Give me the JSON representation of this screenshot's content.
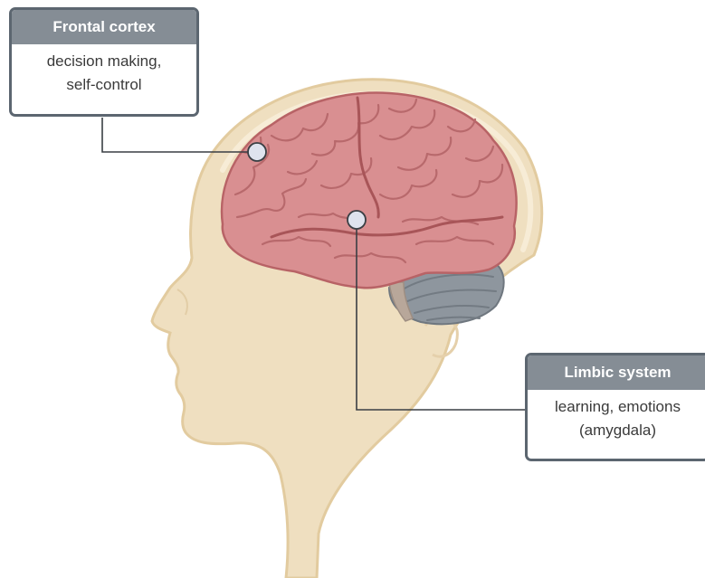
{
  "callouts": {
    "frontal": {
      "title": "Frontal cortex",
      "line1": "decision making,",
      "line2": "self-control"
    },
    "limbic": {
      "title": "Limbic system",
      "line1": "learning, emotions",
      "line2": "(amygdala)"
    }
  },
  "colors": {
    "skin": "#efdfc0",
    "skin_outline": "#e0c79f",
    "brain": "#d98f91",
    "brain_dark": "#b86366",
    "cerebellum": "#8e969e",
    "callout_header": "#858d95",
    "callout_border": "#5c6670",
    "marker_fill": "#dfe3ee",
    "leader_line": "#3a3f44"
  }
}
